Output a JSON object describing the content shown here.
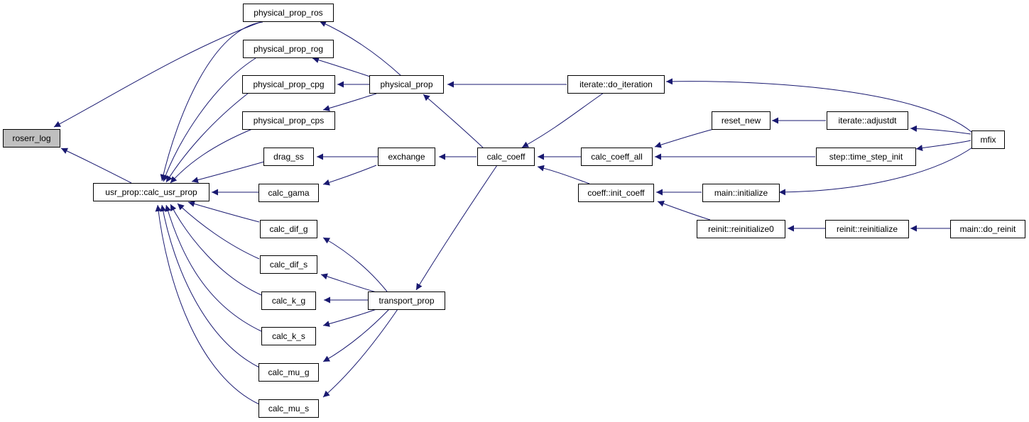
{
  "colors": {
    "edge": "#191970",
    "root_fill": "#bfbfbf",
    "node_fill": "#ffffff",
    "border": "#000000"
  },
  "nodes": {
    "roserr_log": "roserr_log",
    "calc_usr_prop": "usr_prop::calc_usr_prop",
    "ros": "physical_prop_ros",
    "rog": "physical_prop_rog",
    "cpg": "physical_prop_cpg",
    "cps": "physical_prop_cps",
    "drag_ss": "drag_ss",
    "calc_gama": "calc_gama",
    "calc_dif_g": "calc_dif_g",
    "calc_dif_s": "calc_dif_s",
    "calc_k_g": "calc_k_g",
    "calc_k_s": "calc_k_s",
    "calc_mu_g": "calc_mu_g",
    "calc_mu_s": "calc_mu_s",
    "physical_prop": "physical_prop",
    "exchange": "exchange",
    "transport_prop": "transport_prop",
    "calc_coeff": "calc_coeff",
    "do_iteration": "iterate::do_iteration",
    "calc_coeff_all": "calc_coeff_all",
    "init_coeff": "coeff::init_coeff",
    "reset_new": "reset_new",
    "adjustdt": "iterate::adjustdt",
    "time_step_init": "step::time_step_init",
    "main_initialize": "main::initialize",
    "reinitialize0": "reinit::reinitialize0",
    "reinit_reinitialize": "reinit::reinitialize",
    "do_reinit": "main::do_reinit",
    "mfix": "mfix"
  }
}
